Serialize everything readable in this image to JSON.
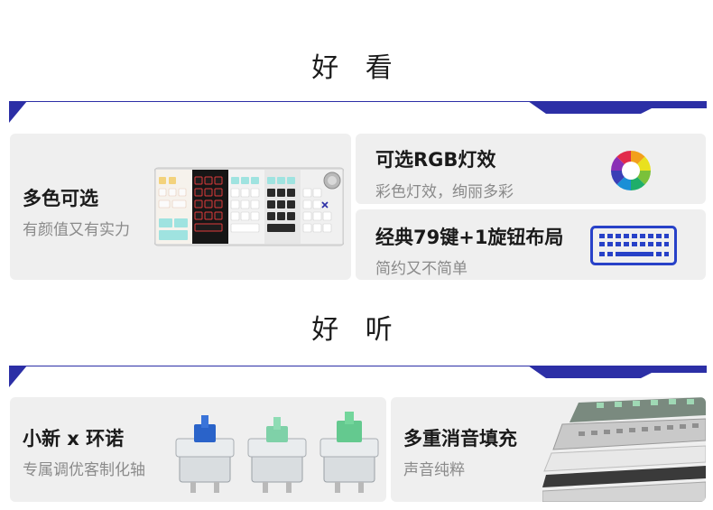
{
  "sections": [
    {
      "heading": "好 看",
      "cards": [
        {
          "title": "多色可选",
          "subtitle": "有颜值又有实力",
          "image": "keyboard-colorways-image"
        },
        {
          "title": "可选RGB灯效",
          "subtitle": "彩色灯效，绚丽多彩",
          "icon": "color-wheel-icon"
        },
        {
          "title": "经典79键+1旋钮布局",
          "subtitle": "简约又不简单",
          "icon": "keyboard-icon"
        }
      ]
    },
    {
      "heading": "好 听",
      "cards": [
        {
          "title": "小新 x 环诺",
          "subtitle": "专属调优客制化轴",
          "image": "switches-image"
        },
        {
          "title": "多重消音填充",
          "subtitle": "声音纯粹",
          "image": "exploded-layers-image"
        }
      ]
    }
  ],
  "colors": {
    "accent": "#2c2fa6",
    "card_bg": "#efefef",
    "subtitle": "#8a8a8a"
  }
}
